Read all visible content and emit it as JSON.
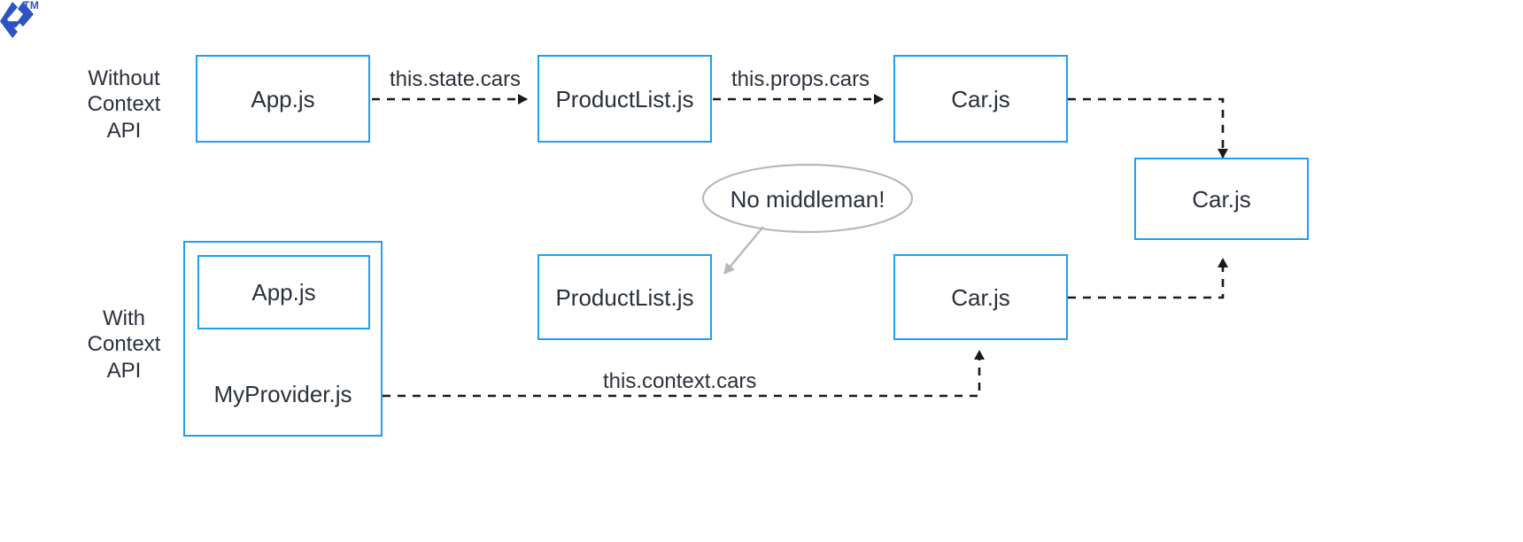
{
  "brand": {
    "logo_icon": "lucidchart-logo-icon",
    "trademark": "TM",
    "logo_color": "#2d53c5"
  },
  "theme": {
    "node_border": "#1e9ff2",
    "text": "#2b303a",
    "connector": "#1a1a1a",
    "callout_stroke": "#b3b3b3"
  },
  "rows": [
    {
      "id": "without-context",
      "label": "Without\nContext\nAPI"
    },
    {
      "id": "with-context",
      "label": "With\nContext\nAPI"
    }
  ],
  "nodes": {
    "app_top": "App.js",
    "product_list_top": "ProductList.js",
    "car_top": "Car.js",
    "car_right": "Car.js",
    "provider": "MyProvider.js",
    "app_bottom": "App.js",
    "product_list_bottom": "ProductList.js",
    "car_bottom": "Car.js"
  },
  "edges": [
    {
      "id": "state-cars",
      "label": "this.state.cars",
      "from": "App.js",
      "to": "ProductList.js"
    },
    {
      "id": "props-cars",
      "label": "this.props.cars",
      "from": "ProductList.js",
      "to": "Car.js"
    },
    {
      "id": "top-car-to-right",
      "label": "",
      "from": "Car.js",
      "to": "Car.js"
    },
    {
      "id": "bottom-car-to-right",
      "label": "",
      "from": "Car.js",
      "to": "Car.js"
    },
    {
      "id": "context-cars",
      "label": "this.context.cars",
      "from": "MyProvider.js",
      "to": "Car.js"
    }
  ],
  "callout": {
    "text": "No middleman!",
    "points_to": "ProductList.js"
  }
}
